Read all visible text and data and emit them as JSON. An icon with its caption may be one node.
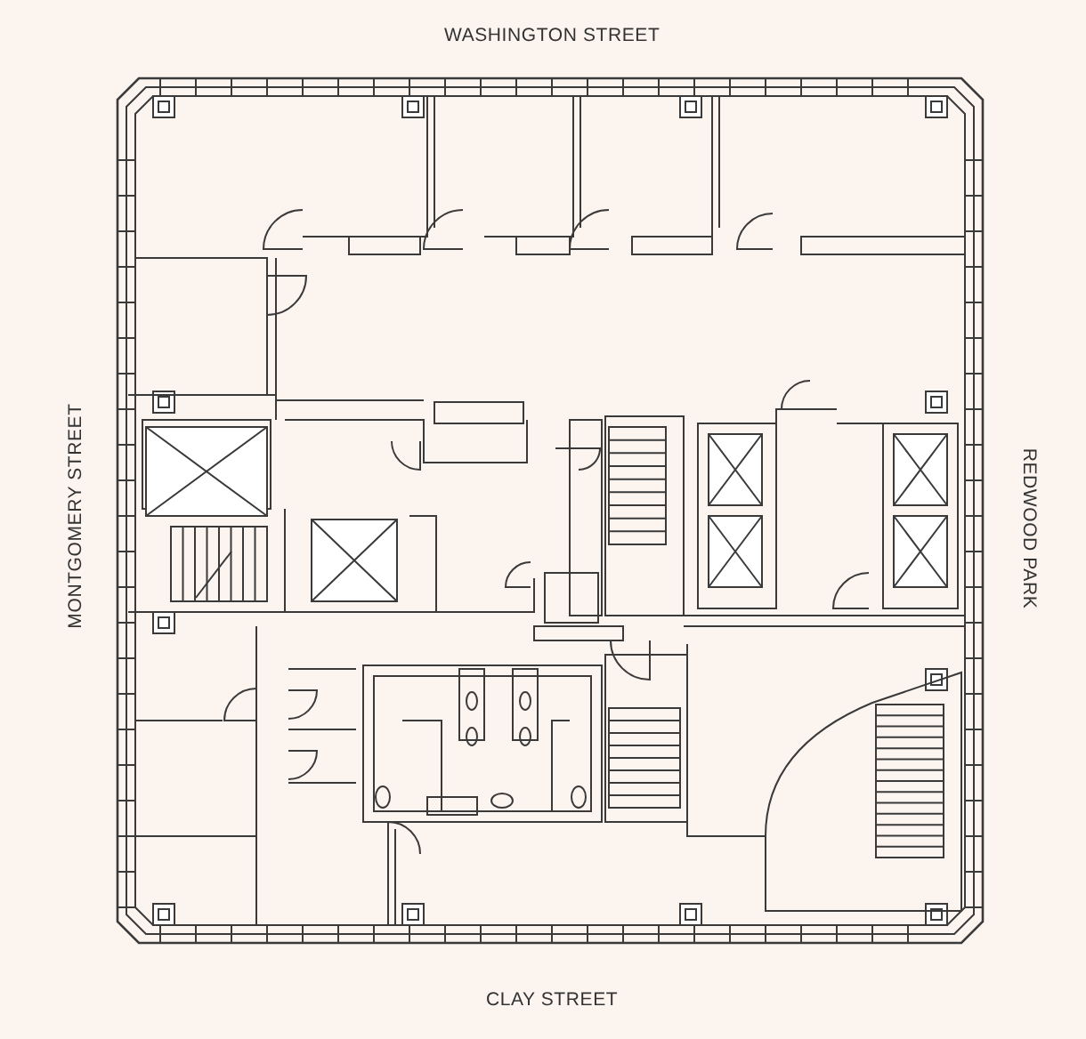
{
  "diagram": {
    "labels": [
      "WASHINGTON STREET",
      "MONTGOMERY STREET",
      "REDWOOD PARK",
      "CLAY STREET"
    ]
  }
}
